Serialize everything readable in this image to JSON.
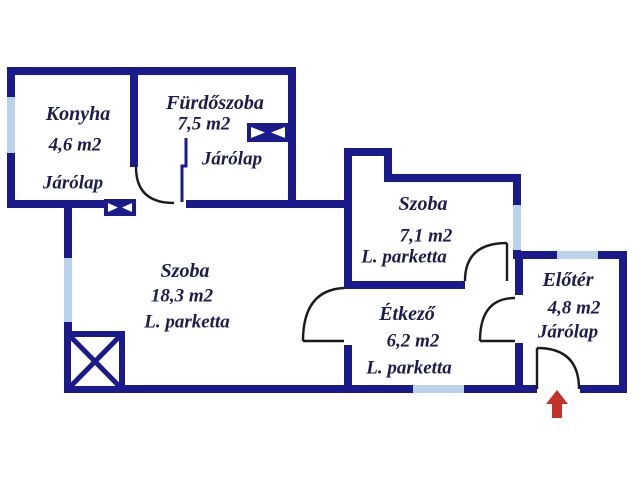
{
  "title": "Apartment floor plan",
  "colors": {
    "wall": "#1a1a8c",
    "window": "#b9d3ec",
    "door_line": "#1b1b1b",
    "text": "#1c1c4e",
    "arrow": "#c5322a",
    "background": "#ffffff"
  },
  "rooms": [
    {
      "id": "konyha",
      "name": "Konyha",
      "area": "4,6 m2",
      "floor": "Járólap"
    },
    {
      "id": "furdoszoba",
      "name": "Fürdőszoba",
      "area": "7,5 m2",
      "floor": "Járólap"
    },
    {
      "id": "szoba-nagy",
      "name": "Szoba",
      "area": "18,3 m2",
      "floor": "L. parketta"
    },
    {
      "id": "szoba-kis",
      "name": "Szoba",
      "area": "7,1 m2",
      "floor": "L. parketta"
    },
    {
      "id": "etkezo",
      "name": "Étkező",
      "area": "6,2 m2",
      "floor": "L. parketta"
    },
    {
      "id": "eloter",
      "name": "Előtér",
      "area": "4,8 m2",
      "floor": "Járólap"
    }
  ],
  "icons": {
    "vent_bathroom": "vent-shaft-icon",
    "vent_kitchen": "vent-shaft-icon",
    "stove_corner": "stove-icon",
    "entrance_arrow": "entrance-arrow-icon"
  },
  "windows_count": 5,
  "doors_count": 5
}
